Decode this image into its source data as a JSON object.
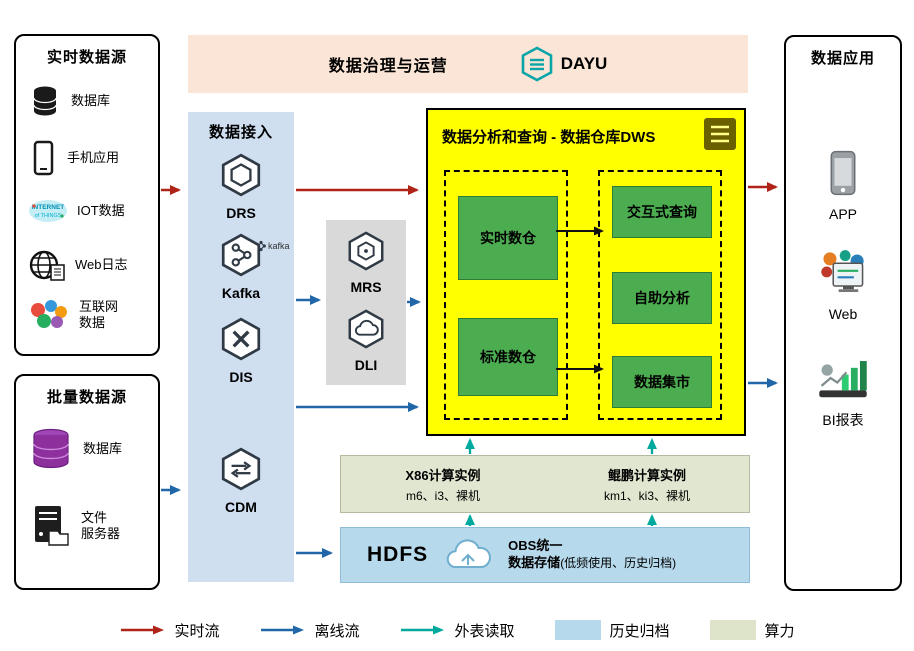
{
  "realtime_sources": {
    "title": "实时数据源",
    "items": [
      {
        "label": "数据库",
        "icon": "database-icon"
      },
      {
        "label": "手机应用",
        "icon": "phone-icon"
      },
      {
        "label": "IOT数据",
        "icon": "iot-icon"
      },
      {
        "label": "Web日志",
        "icon": "web-log-icon"
      },
      {
        "label": "互联网\n数据",
        "icon": "internet-data-icon"
      }
    ]
  },
  "batch_sources": {
    "title": "批量数据源",
    "items": [
      {
        "label": "数据库",
        "icon": "purple-database-icon"
      },
      {
        "label": "文件\n服务器",
        "icon": "file-server-icon"
      }
    ]
  },
  "governance": {
    "title": "数据治理与运营",
    "logo_text": "DAYU"
  },
  "ingestion": {
    "title": "数据接入",
    "items": [
      {
        "label": "DRS"
      },
      {
        "label": "Kafka",
        "badge": "kafka"
      },
      {
        "label": "DIS"
      },
      {
        "label": "CDM"
      }
    ]
  },
  "processing": {
    "items": [
      {
        "label": "MRS"
      },
      {
        "label": "DLI"
      }
    ]
  },
  "dws": {
    "title": "数据分析和查询 - 数据仓库DWS",
    "left_modules": [
      {
        "label": "实时数仓"
      },
      {
        "label": "标准数仓"
      }
    ],
    "right_modules": [
      {
        "label": "交互式查询"
      },
      {
        "label": "自助分析"
      },
      {
        "label": "数据集市"
      }
    ]
  },
  "compute": {
    "x86_title": "X86计算实例",
    "x86_detail": "m6、i3、裸机",
    "kunpeng_title": "鲲鹏计算实例",
    "kunpeng_detail": "km1、ki3、裸机"
  },
  "storage": {
    "hdfs_label": "HDFS",
    "obs_line1": "OBS统一",
    "obs_line2": "数据存储",
    "obs_note": "(低频使用、历史归档)"
  },
  "applications": {
    "title": "数据应用",
    "items": [
      {
        "label": "APP",
        "icon": "app-phone-icon"
      },
      {
        "label": "Web",
        "icon": "web-app-icon"
      },
      {
        "label": "BI报表",
        "icon": "bi-report-icon"
      }
    ]
  },
  "legend": {
    "realtime": "实时流",
    "offline": "离线流",
    "external": "外表读取",
    "archive": "历史归档",
    "compute": "算力"
  },
  "colors": {
    "realtime_flow": "#b02318",
    "offline_flow": "#2066a8",
    "external_read": "#00a99d",
    "governance_bg": "#fbe5d6",
    "ingestion_bg": "#cfdff0",
    "processing_bg": "#d9d9d9",
    "dws_bg": "#ffff00",
    "module_green": "#4cad50",
    "compute_bg": "#e0e6cf",
    "storage_bg": "#b7d9ec"
  }
}
